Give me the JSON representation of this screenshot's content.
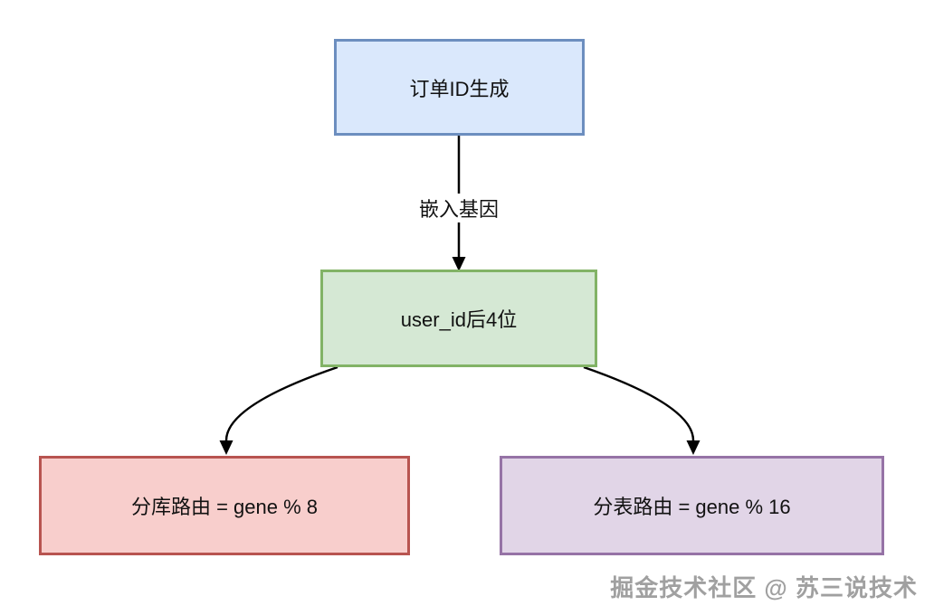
{
  "diagram": {
    "nodes": {
      "order_id": {
        "label": "订单ID生成",
        "fill": "#dae8fc",
        "border": "#6c8ebf"
      },
      "user_suffix": {
        "label": "user_id后4位",
        "fill": "#d5e8d4",
        "border": "#82b366"
      },
      "db_route": {
        "label": "分库路由 = gene % 8",
        "fill": "#f8cecc",
        "border": "#b85450"
      },
      "table_route": {
        "label": "分表路由 = gene % 16",
        "fill": "#e1d5e7",
        "border": "#9673a6"
      }
    },
    "edges": {
      "embed_gene": {
        "label": "嵌入基因",
        "from": "order_id",
        "to": "user_suffix"
      },
      "to_db_route": {
        "from": "user_suffix",
        "to": "db_route"
      },
      "to_table_route": {
        "from": "user_suffix",
        "to": "table_route"
      }
    },
    "arrow_color": "#000000",
    "watermark": {
      "text": "掘金技术社区 @ 苏三说技术"
    }
  }
}
